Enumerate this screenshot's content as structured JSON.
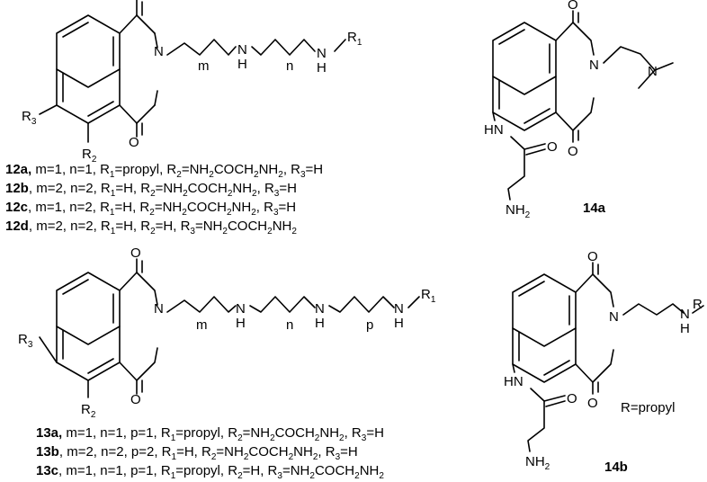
{
  "atoms": {
    "O": "O",
    "N": "N",
    "H": "H",
    "HN": "HN",
    "R": "R",
    "R1": "R",
    "R1_sub": "1",
    "R2": "R",
    "R2_sub": "2",
    "R3": "R",
    "R3_sub": "3",
    "NH2": "NH",
    "NH2_sub": "2",
    "m": "m",
    "n": "n",
    "p": "p"
  },
  "labels": {
    "c14a": "14a",
    "c14b": "14b",
    "r_propyl": "R=propyl"
  },
  "compounds_12": [
    {
      "id": "12a,",
      "text": " m=1, n=1, R",
      "parts": [
        [
          "1",
          "=propyl, R"
        ],
        [
          "2",
          "=NH"
        ],
        [
          "2",
          "COCH"
        ],
        [
          "2",
          "NH"
        ],
        [
          "2",
          ", R"
        ],
        [
          "3",
          "=H"
        ]
      ]
    },
    {
      "id": "12b",
      "text": ", m=2, n=2, R",
      "parts": [
        [
          "1",
          "=H, R"
        ],
        [
          "2",
          "=NH"
        ],
        [
          "2",
          "COCH"
        ],
        [
          "2",
          "NH"
        ],
        [
          "2",
          ", R"
        ],
        [
          "3",
          "=H"
        ]
      ]
    },
    {
      "id": "12c",
      "text": ", m=1, n=2, R",
      "parts": [
        [
          "1",
          "=H, R"
        ],
        [
          "2",
          "=NH"
        ],
        [
          "2",
          "COCH"
        ],
        [
          "2",
          "NH"
        ],
        [
          "2",
          ", R"
        ],
        [
          "3",
          "=H"
        ]
      ]
    },
    {
      "id": "12d",
      "text": ", m=2, n=2, R",
      "parts": [
        [
          "1",
          "=H, R"
        ],
        [
          "2",
          "=H, R"
        ],
        [
          "3",
          "=NH"
        ],
        [
          "2",
          "COCH"
        ],
        [
          "2",
          "NH"
        ],
        [
          "2",
          ""
        ]
      ]
    }
  ],
  "compounds_13": [
    {
      "id": "13a,",
      "text": " m=1, n=1, p=1, R",
      "parts": [
        [
          "1",
          "=propyl, R"
        ],
        [
          "2",
          "=NH"
        ],
        [
          "2",
          "COCH"
        ],
        [
          "2",
          "NH"
        ],
        [
          "2",
          ", R"
        ],
        [
          "3",
          "=H"
        ]
      ]
    },
    {
      "id": "13b",
      "text": ", m=2, n=2, p=2, R",
      "parts": [
        [
          "1",
          "=H, R"
        ],
        [
          "2",
          "=NH"
        ],
        [
          "2",
          "COCH"
        ],
        [
          "2",
          "NH"
        ],
        [
          "2",
          ", R"
        ],
        [
          "3",
          "=H"
        ]
      ]
    },
    {
      "id": "13c",
      "text": ", m=1, n=1, p=1, R",
      "parts": [
        [
          "1",
          "=propyl, R"
        ],
        [
          "2",
          "=H, R"
        ],
        [
          "3",
          "=NH"
        ],
        [
          "2",
          "COCH"
        ],
        [
          "2",
          "NH"
        ],
        [
          "2",
          ""
        ]
      ]
    }
  ]
}
